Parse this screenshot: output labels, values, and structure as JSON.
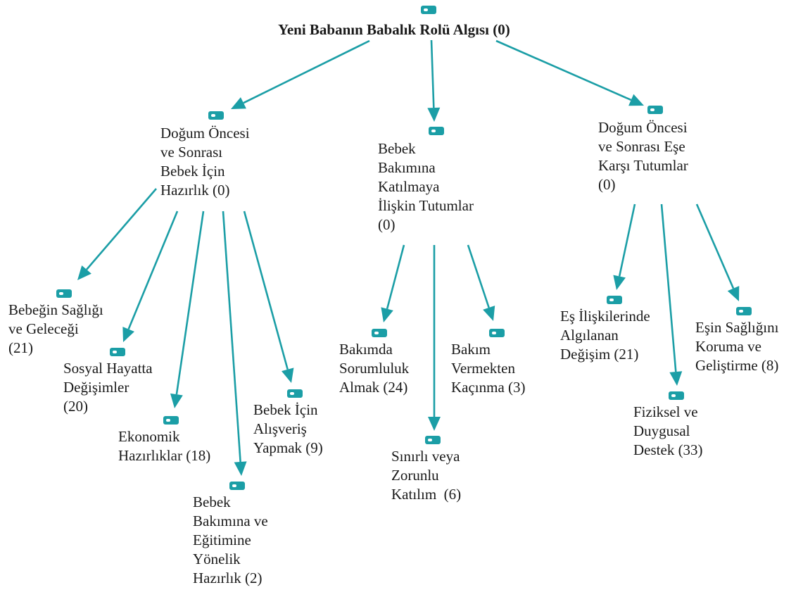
{
  "colors": {
    "accent": "#1b9ea6"
  },
  "icon": "code-tag-icon",
  "nodes": [
    {
      "id": "root",
      "label": "Yeni Babanın Babalık Rolü Algısı (0)"
    },
    {
      "id": "b1",
      "label": "Doğum Öncesi\nve Sonrası\nBebek İçin\nHazırlık (0)"
    },
    {
      "id": "b2",
      "label": "Bebek\nBakımına\nKatılmaya\nİlişkin Tutumlar\n(0)"
    },
    {
      "id": "b3",
      "label": "Doğum Öncesi\nve Sonrası Eşe\nKarşı Tutumlar\n(0)"
    },
    {
      "id": "c11",
      "label": "Bebeğin Sağlığı\nve Geleceği\n(21)"
    },
    {
      "id": "c12",
      "label": "Sosyal Hayatta\nDeğişimler\n(20)"
    },
    {
      "id": "c13",
      "label": "Ekonomik\nHazırlıklar (18)"
    },
    {
      "id": "c14",
      "label": "Bebek\nBakımına ve\nEğitimine\nYönelik\nHazırlık (2)"
    },
    {
      "id": "c15",
      "label": "Bebek İçin\nAlışveriş\nYapmak (9)"
    },
    {
      "id": "c21",
      "label": "Bakımda\nSorumluluk\nAlmak (24)"
    },
    {
      "id": "c22",
      "label": "Sınırlı veya\nZorunlu\nKatılım  (6)"
    },
    {
      "id": "c23",
      "label": "Bakım\nVermekten\nKaçınma (3)"
    },
    {
      "id": "c31",
      "label": "Eş İlişkilerinde\nAlgılanan\nDeğişim (21)"
    },
    {
      "id": "c32",
      "label": "Fiziksel ve\nDuygusal\nDestek (33)"
    },
    {
      "id": "c33",
      "label": "Eşin Sağlığını\nKoruma ve\nGeliştirme (8)"
    }
  ]
}
